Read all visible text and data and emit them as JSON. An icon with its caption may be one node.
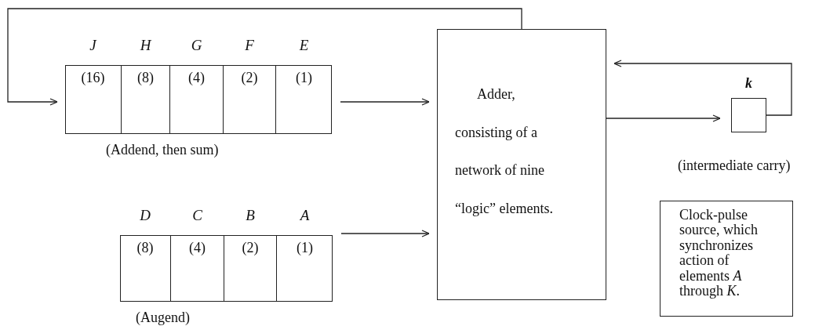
{
  "diagram": {
    "nodes": [
      {
        "text": [],
        "shape": "box",
        "beside": [
          "(Addend, then sum)"
        ]
      },
      {
        "text": [
          "J",
          "(16)"
        ],
        "in": 0
      },
      {
        "text": [
          "H",
          "(8)"
        ],
        "in": 0
      },
      {
        "text": [
          "G",
          "(4)"
        ],
        "in": 0
      },
      {
        "text": [
          "F",
          "(2)"
        ],
        "in": 0
      },
      {
        "text": [
          "E",
          "(1)"
        ],
        "in": 0
      },
      {
        "text": [],
        "shape": "box",
        "beside": [
          "(Augend)"
        ]
      },
      {
        "text": [
          "D",
          "(8)"
        ],
        "in": 6
      },
      {
        "text": [
          "C",
          "(4)"
        ],
        "in": 6
      },
      {
        "text": [
          "B",
          "(2)"
        ],
        "in": 6
      },
      {
        "text": [
          "A",
          "(1)"
        ],
        "in": 6
      },
      {
        "text": [
          "Adder, consisting of a network of nine “logic” elements."
        ]
      },
      {
        "text": [
          "k"
        ],
        "beside": [
          "(intermediate carry)"
        ]
      },
      {
        "text": [
          "Clock-pulse source, which synchronizes action of elements *A* through *K*."
        ]
      }
    ],
    "edges": [
      {
        "from": 11,
        "to": 0,
        "arrow": "to"
      },
      {
        "from": 0,
        "to": 11,
        "arrow": "to"
      },
      {
        "from": 6,
        "to": 11,
        "arrow": "to"
      },
      {
        "from": 11,
        "to": 12,
        "arrow": "to"
      },
      {
        "from": 12,
        "to": 11,
        "arrow": "to"
      }
    ]
  }
}
